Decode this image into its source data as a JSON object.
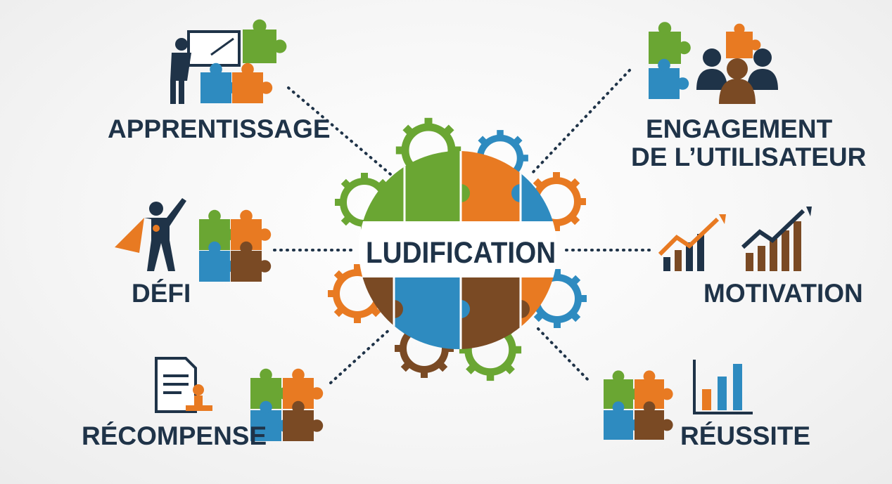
{
  "title": "LUDIFICATION",
  "nodes": {
    "apprentissage": "APPRENTISSAGE",
    "engagement_line1": "ENGAGEMENT",
    "engagement_line2": "DE L’UTILISATEUR",
    "defi": "DÉFI",
    "motivation": "MOTIVATION",
    "recompense": "RÉCOMPENSE",
    "reussite": "RÉUSSITE"
  },
  "colors": {
    "green": "#6aa633",
    "orange": "#e87a22",
    "blue": "#2e8bc0",
    "brown": "#7a4a24",
    "navy": "#1f3348"
  },
  "icons": [
    "teacher-icon",
    "team-icon",
    "superhero-icon",
    "growth-chart-icon",
    "certificate-stamp-icon",
    "bar-chart-icon",
    "gear-icon",
    "puzzle-icon"
  ]
}
